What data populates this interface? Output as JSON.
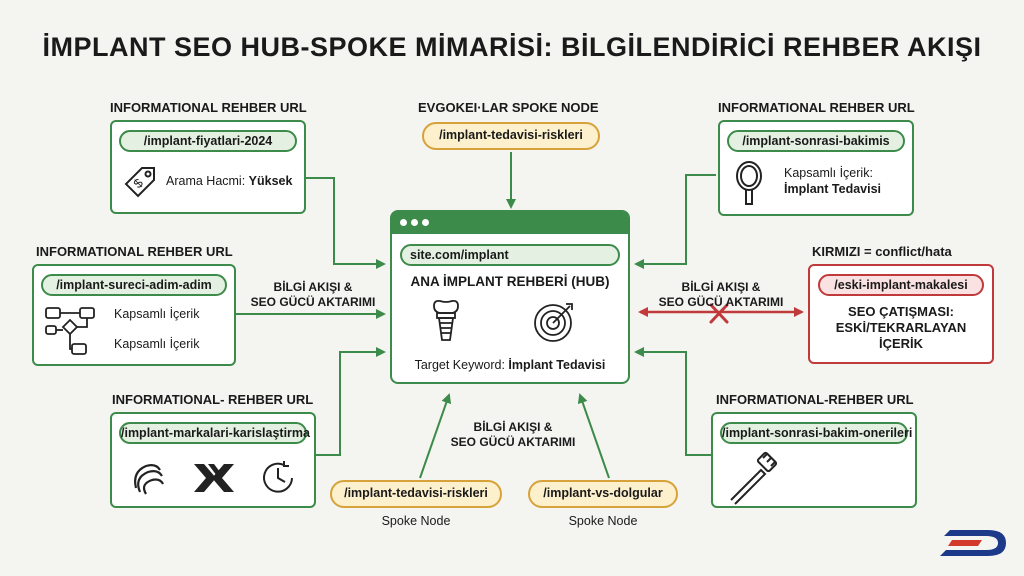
{
  "title": "İMPLANT SEO HUB-SPOKE MİMARİSİ: BİLGİLENDİRİCİ REHBER AKIŞI",
  "hub": {
    "url": "site.com/implant",
    "title": "ANA İMPLANT REHBERİ (HUB)",
    "keyword_prefix": "Target Keyword: ",
    "keyword_value": "İmplant Tedavisi"
  },
  "spokes": {
    "top_left": {
      "label": "INFORMATIONAL REHBER URL",
      "url": "/implant-fiyatlari-2024",
      "text_prefix": "Arama Hacmi: ",
      "text_value": "Yüksek"
    },
    "top_center": {
      "label": "EVGOKEI·LAR SPOKE NODE",
      "url": "/implant-tedavisi-riskleri"
    },
    "top_right": {
      "label": "INFORMATIONAL REHBER URL",
      "url": "/implant-sonrasi-bakimis",
      "text1": "Kapsamlı İçerik:",
      "text2": "İmplant Tedavisi"
    },
    "mid_left": {
      "label": "INFORMATIONAL REHBER URL",
      "url": "/implant-sureci-adim-adim",
      "text1": "Kapsamlı İçerik",
      "text2": "Kapsamlı İçerik"
    },
    "bottom_left": {
      "label": "INFORMATIONAL- REHBER URL",
      "url": "/implant-markalari-karislaştirma"
    },
    "bottom_right": {
      "label": "INFORMATIONAL-REHBER URL",
      "url": "/implant-sonrasi-bakim-onerileri"
    },
    "bottom_center_left": {
      "url": "/implant-tedavisi-riskleri",
      "caption": "Spoke Node"
    },
    "bottom_center_right": {
      "url": "/implant-vs-dolgular",
      "caption": "Spoke Node"
    }
  },
  "conflict": {
    "label": "KIRMIZI = conflict/hata",
    "url": "/eski-implant-makalesi",
    "line1": "SEO ÇATIŞMASI:",
    "line2": "ESKİ/TEKRARLAYAN",
    "line3": "İÇERİK"
  },
  "flow_labels": {
    "left_line1": "BİLGİ AKIŞI &",
    "left_line2": "SEO GÜCÜ AKTARIMI",
    "right_line1": "BİLGİ AKIŞI &",
    "right_line2": "SEO GÜCÜ AKTARIMI",
    "bottom_line1": "BİLGİ AKIŞI &",
    "bottom_line2": "SEO GÜCÜ AKTARIMI"
  },
  "colors": {
    "green": "#3d8b4a",
    "red": "#c0393b",
    "yellow": "#d8a23a"
  },
  "icons": [
    "price-tag-icon",
    "mirror-icon",
    "flowchart-icon",
    "implant-icon",
    "target-icon",
    "brand-logo-1-icon",
    "brand-logo-2-icon",
    "clock-icon",
    "toothbrush-icon",
    "logo-icon"
  ]
}
